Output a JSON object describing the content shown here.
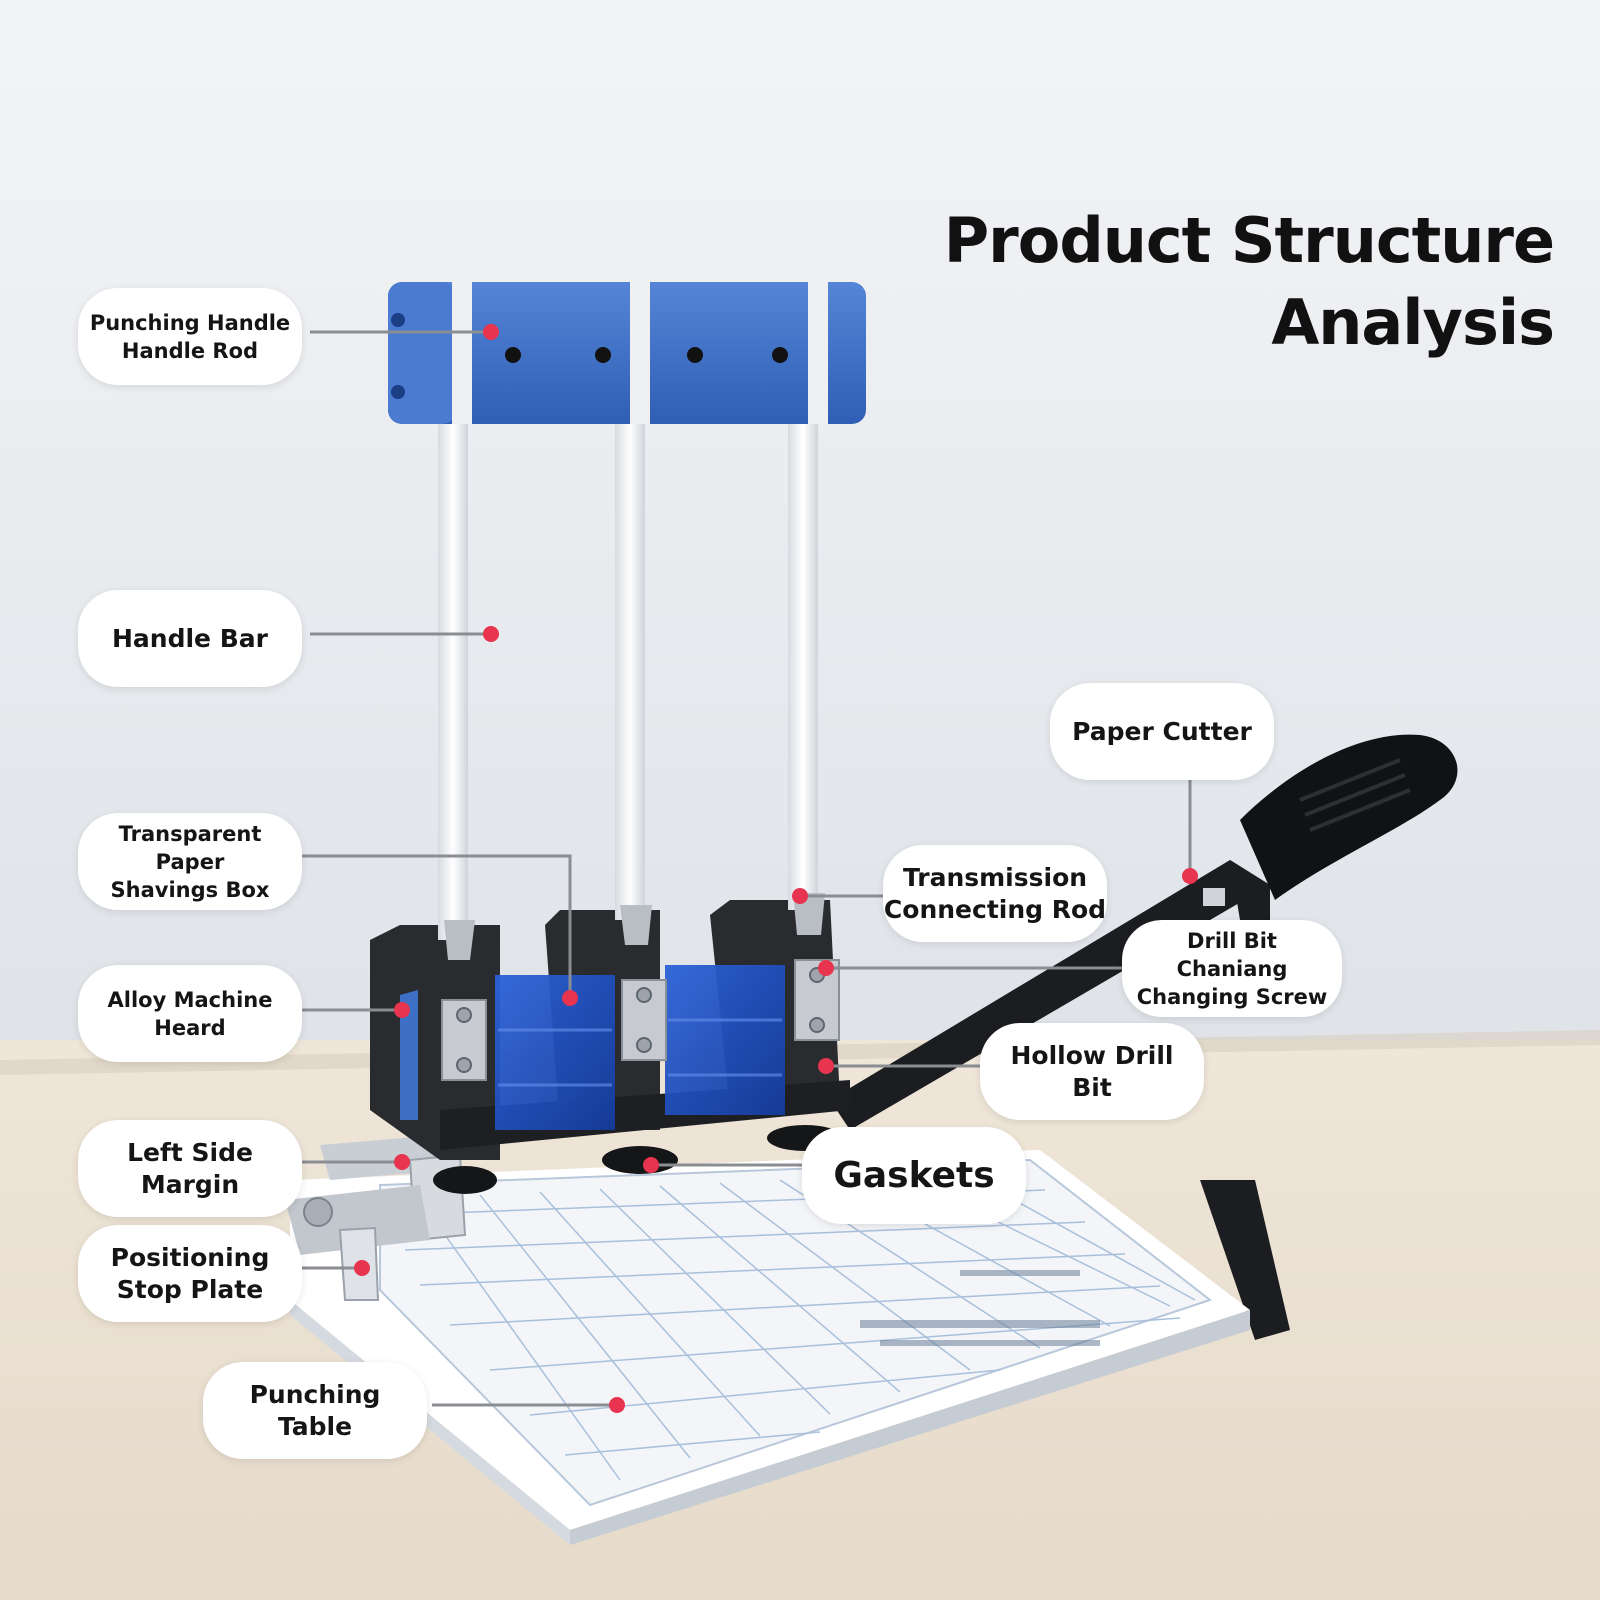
{
  "title": {
    "line1": "Product Structure",
    "line2": "Analysis"
  },
  "labels": {
    "punching_handle": "Punching Handle\nHandle Rod",
    "handle_bar": "Handle Bar",
    "shavings_box": "Transparent Paper\nShavings Box",
    "machine_head": "Alloy Machine\nHeard",
    "left_margin": "Left Side Margin",
    "stop_plate": "Positioning\nStop Plate",
    "punching_table": "Punching Table",
    "paper_cutter": "Paper Cutter",
    "connecting_rod": "Transmission\nConnecting Rod",
    "drill_screw": "Drill Bit Chaniang\nChanging Screw",
    "drill_bit": "Hollow Drill Bit",
    "gaskets": "Gaskets"
  },
  "colors": {
    "wall": "#e9ecf0",
    "desk": "#ece2d4",
    "handle_blue": "#3d6fc4",
    "rod_white": "#eef0f2",
    "body_dark": "#2a2b2e",
    "box_blue": "#1f4fc0",
    "table_white": "#f3f5f8",
    "grid_blue": "#a9c0dc",
    "marker_red": "#e8344f",
    "leader_gray": "#8a8d92"
  }
}
